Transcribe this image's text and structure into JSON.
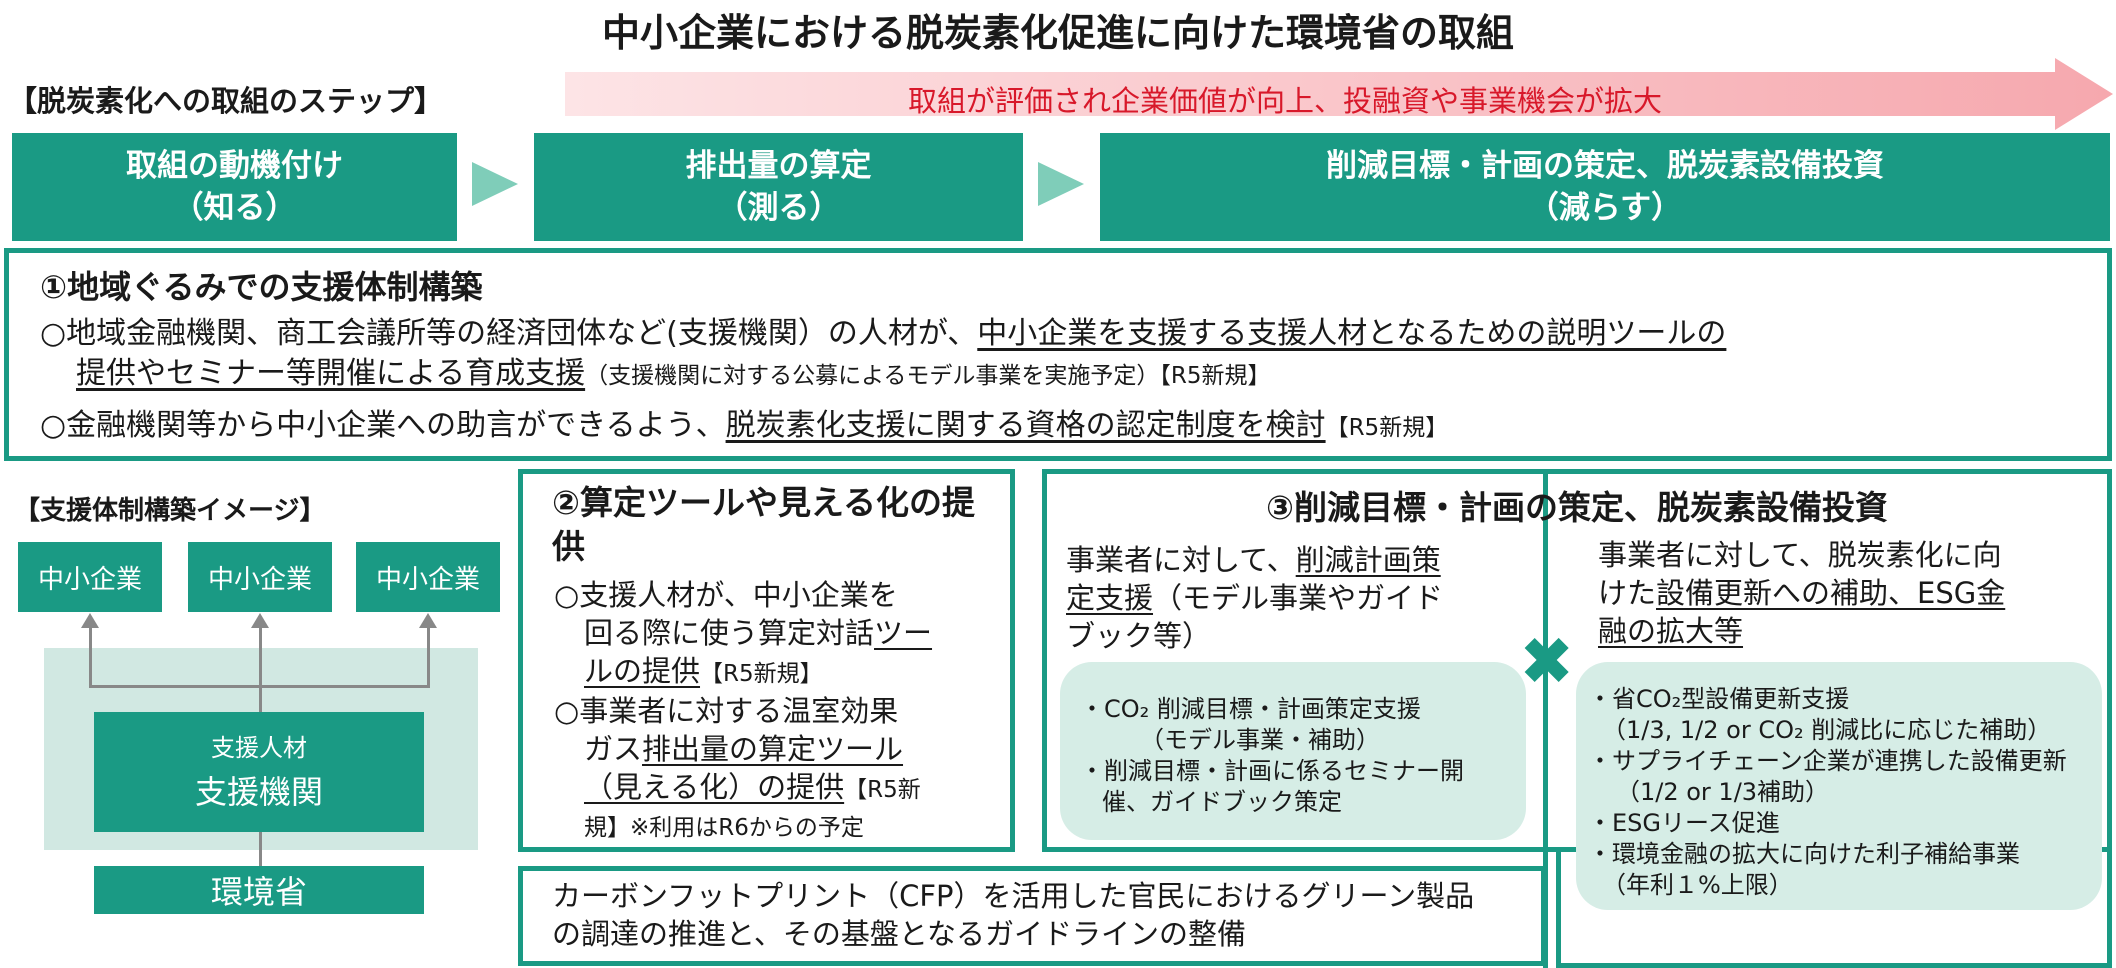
{
  "title": "中小企業における脱炭素化促進に向けた環境省の取組",
  "steps_label": "【脱炭素化への取組のステップ】",
  "value_arrow_text": "取組が評価され企業価値が向上、投融資や事業機会が拡大",
  "steps": [
    {
      "line1": "取組の動機付け",
      "line2": "（知る）"
    },
    {
      "line1": "排出量の算定",
      "line2": "（測る）"
    },
    {
      "line1": "削減目標・計画の策定、脱炭素設備投資",
      "line2": "（減らす）"
    }
  ],
  "section1": {
    "title": "①地域ぐるみでの支援体制構築",
    "item1": {
      "prefix": "○地域金融機関、商工会議所等の経済団体など(支援機関）の人材が、",
      "underlined_a": "中小企業を支援する支援人材となるための説明ツールの",
      "underlined_b": "提供やセミナー等開催による育成支援",
      "note": "（支援機関に対する公募によるモデル事業を実施予定）【R5新規】"
    },
    "item2": {
      "prefix": "○金融機関等から中小企業への助言ができるよう、",
      "underlined": "脱炭素化支援に関する資格の認定制度を検討",
      "note": "【R5新規】"
    }
  },
  "support_image": {
    "title": "【支援体制構築イメージ】",
    "sme_label": "中小企業",
    "support_talent": "支援人材",
    "support_org": "支援機関",
    "moe": "環境省"
  },
  "section2": {
    "title": "②算定ツールや見える化の提供",
    "item1": {
      "l1": "○支援人材が、中小企業を",
      "l2a": "回る際に使う算定対話",
      "l2b": "ツー",
      "l3a": "ルの提供",
      "l3b": "【R5新規】"
    },
    "item2": {
      "l1": "○事業者に対する温室効果",
      "l2a": "ガス",
      "l2b": "排出量の算定ツール",
      "l3a": "（見える化）の提供",
      "l3b": "【R5新",
      "l4": "規】※利用はR6からの予定"
    }
  },
  "section3": {
    "title": "③削減目標・計画の策定、脱炭素設備投資",
    "left": {
      "l1a": "事業者に対して、",
      "l1b": "削減計画策",
      "l2a": "定支援",
      "l2b": "（モデル事業やガイド",
      "l3": "ブック等）",
      "bullets": [
        "・CO₂ 削減目標・計画策定支援",
        "（モデル事業・補助）",
        "・削減目標・計画に係るセミナー開",
        "催、ガイドブック策定"
      ]
    },
    "right": {
      "l1": "事業者に対して、脱炭素化に向",
      "l2a": "けた",
      "l2b": "設備更新への補助、ESG金",
      "l3": "融の拡大等",
      "bullets": [
        "・省CO₂型設備更新支援",
        "（1/3, 1/2 or CO₂ 削減比に応じた補助）",
        "・サプライチェーン企業が連携した設備更新",
        "（1/2 or 1/3補助）",
        "・ESGリース促進",
        "・環境金融の拡大に向けた利子補給事業",
        "（年利１%上限）"
      ]
    }
  },
  "section5": {
    "l1": "カーボンフットプリント（CFP）を活用した官民におけるグリーン製品",
    "l2": "の調達の推進と、その基盤となるガイドラインの整備"
  },
  "colors": {
    "teal": "#1a9a84",
    "light_teal": "#7fcdb9",
    "red_text": "#d8182a",
    "bubble": "#d6ede6"
  }
}
